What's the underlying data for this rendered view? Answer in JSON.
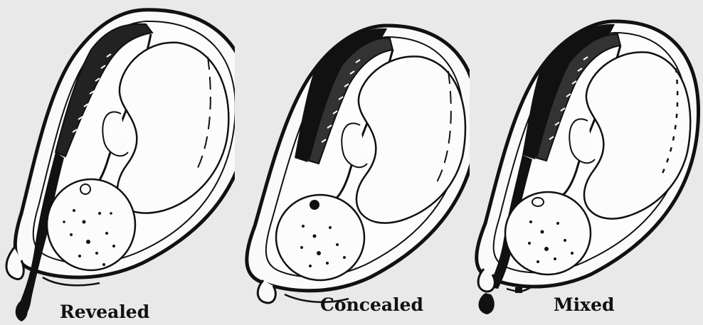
{
  "panels": [
    {
      "label": "Revealed"
    },
    {
      "label": "Concealed"
    },
    {
      "label": "Mixed"
    }
  ]
}
